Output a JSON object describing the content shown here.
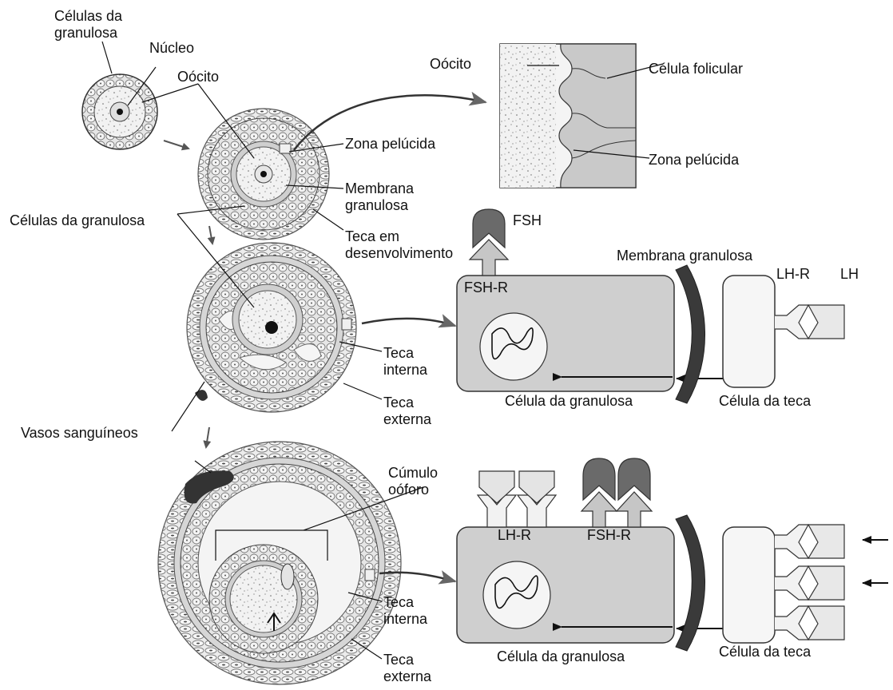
{
  "labels": {
    "celulas_granulosa_1": "Células da\ngranulosa",
    "nucleo": "Núcleo",
    "oocito_1": "Oócito",
    "zona_pelucida_1": "Zona pelúcida",
    "membrana_granulosa_1": "Membrana\ngranulosa",
    "celulas_granulosa_2": "Células da granulosa",
    "teca_desenvolvimento": "Teca em\ndesenvolvimento",
    "oocito_2": "Oócito",
    "celula_folicular": "Célula folicular",
    "zona_pelucida_2": "Zona pelúcida",
    "fsh": "FSH",
    "membrana_granulosa_2": "Membrana granulosa",
    "fsh_r_1": "FSH-R",
    "lh_r_1": "LH-R",
    "lh": "LH",
    "teca_interna_1": "Teca\ninterna",
    "teca_externa_1": "Teca\nexterna",
    "celula_granulosa_1": "Célula da granulosa",
    "celula_teca_1": "Célula da teca",
    "vasos": "Vasos sanguíneos",
    "cumulo": "Cúmulo\noóforo",
    "lh_r_2": "LH-R",
    "fsh_r_2": "FSH-R",
    "teca_interna_2": "Teca\ninterna",
    "teca_externa_2": "Teca\nexterna",
    "celula_granulosa_2": "Célula da granulosa",
    "celula_teca_2": "Célula da teca"
  },
  "colors": {
    "cell_fill": "#cfcfcf",
    "cell_stroke": "#333333",
    "membrane": "#3a3a3a",
    "receptor_dark": "#6a6a6a",
    "receptor_light": "#e4e4e4",
    "arrow": "#555555"
  }
}
